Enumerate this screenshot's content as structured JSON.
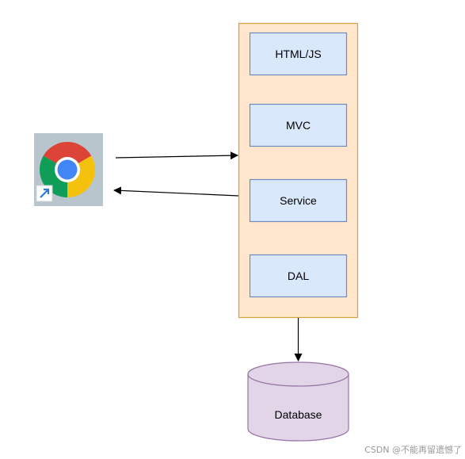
{
  "diagram": {
    "layers": [
      {
        "label": "HTML/JS"
      },
      {
        "label": "MVC"
      },
      {
        "label": "Service"
      },
      {
        "label": "DAL"
      }
    ],
    "database": {
      "label": "Database"
    },
    "client": {
      "icon": "chrome-browser-icon",
      "shortcut_icon": "shortcut-arrow-icon"
    },
    "colors": {
      "container_fill": "#ffe6cc",
      "container_stroke": "#d6a03a",
      "layer_fill": "#dae8fc",
      "layer_stroke": "#6c8ebf",
      "db_fill": "#e1d5e7",
      "db_stroke": "#9673a6"
    }
  },
  "watermark": "CSDN @不能再留遗憾了"
}
